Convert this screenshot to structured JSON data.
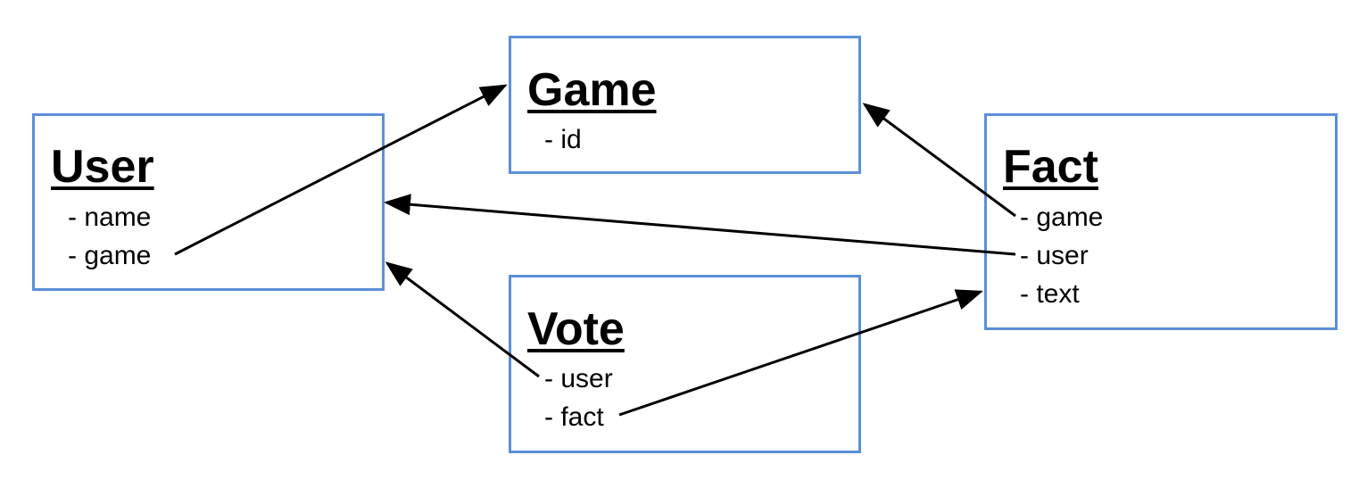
{
  "colors": {
    "box_border": "#5b8fd9",
    "arrow": "#000000",
    "text": "#000000"
  },
  "entities": {
    "game": {
      "title": "Game",
      "fields": [
        "- id"
      ]
    },
    "user": {
      "title": "User",
      "fields": [
        "- name",
        "- game"
      ]
    },
    "fact": {
      "title": "Fact",
      "fields": [
        "- game",
        "- user",
        "- text"
      ]
    },
    "vote": {
      "title": "Vote",
      "fields": [
        "- user",
        "- fact"
      ]
    }
  }
}
